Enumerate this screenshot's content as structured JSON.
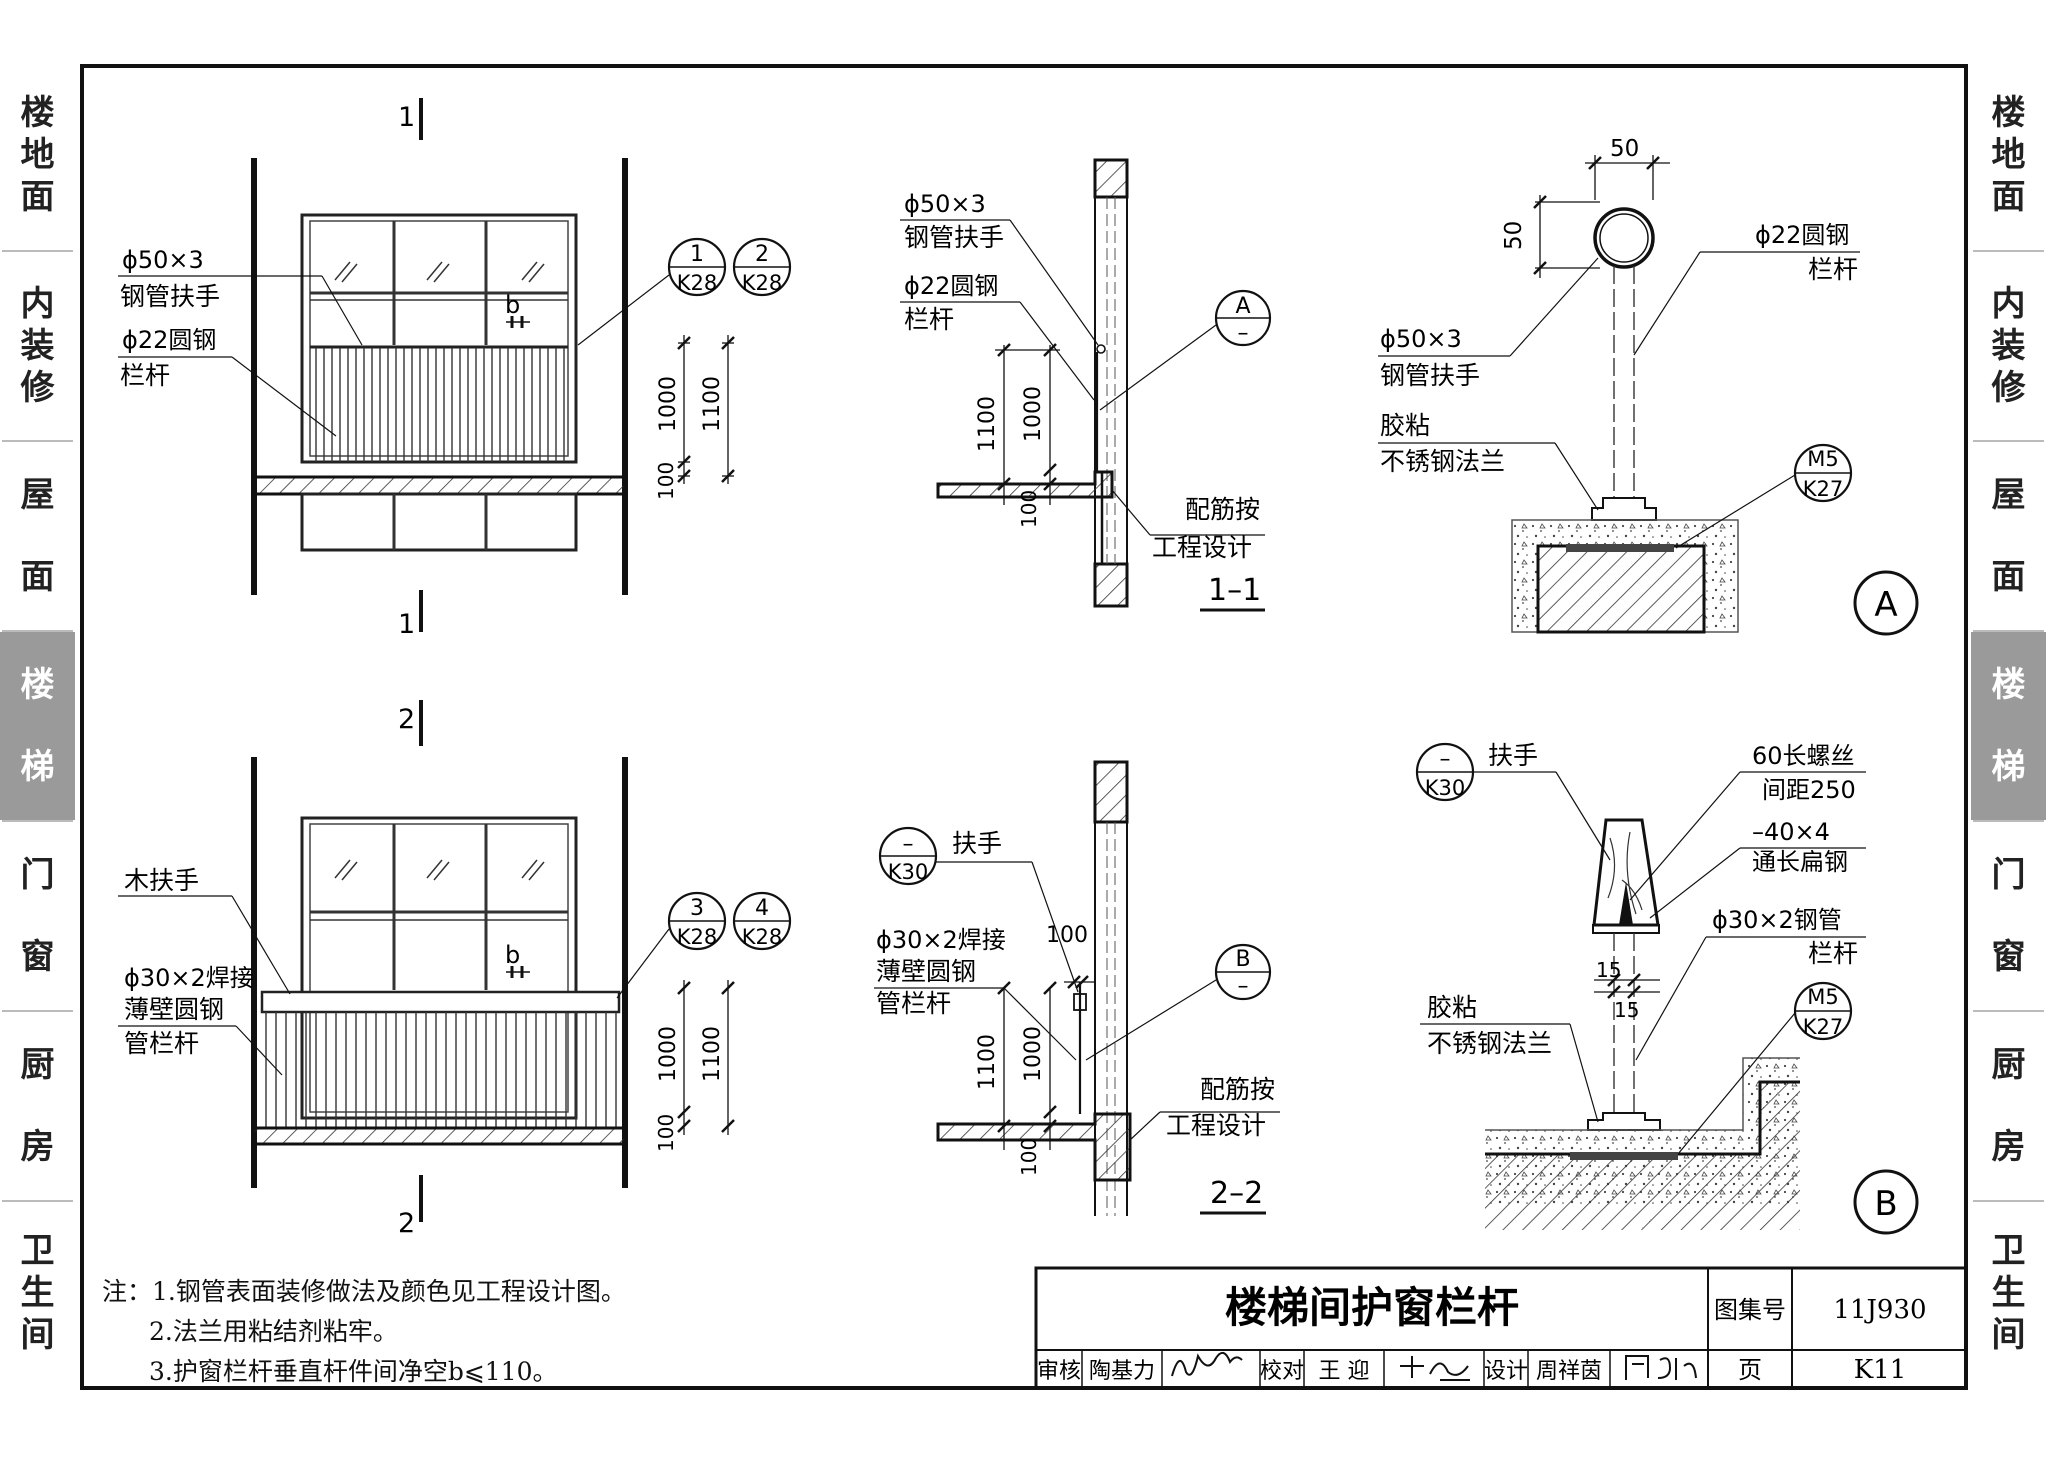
{
  "side_tabs_left": [
    {
      "label": "楼地面",
      "active": false
    },
    {
      "label": "内装修",
      "active": false
    },
    {
      "label": "屋面",
      "active": false
    },
    {
      "label": "楼梯",
      "active": true
    },
    {
      "label": "门窗",
      "active": false
    },
    {
      "label": "厨房",
      "active": false
    },
    {
      "label": "卫生间",
      "active": false
    }
  ],
  "side_tabs_right": [
    {
      "label": "楼地面",
      "active": false
    },
    {
      "label": "内装修",
      "active": false
    },
    {
      "label": "屋面",
      "active": false
    },
    {
      "label": "楼梯",
      "active": true
    },
    {
      "label": "门窗",
      "active": false
    },
    {
      "label": "厨房",
      "active": false
    },
    {
      "label": "卫生间",
      "active": false
    }
  ],
  "elevation1": {
    "cut_label_top": "1",
    "cut_label_bottom": "1",
    "handrail_spec": "ϕ50×3",
    "handrail_name": "钢管扶手",
    "baluster_spec": "ϕ22圆钢",
    "baluster_name": "栏杆",
    "gap_label": "b",
    "ref_a_num": "1",
    "ref_a_page": "K28",
    "ref_b_num": "2",
    "ref_b_page": "K28",
    "dim_1000": "1000",
    "dim_1100": "1100",
    "dim_100": "100"
  },
  "section1": {
    "handrail_spec": "ϕ50×3",
    "handrail_name": "钢管扶手",
    "baluster_spec": "ϕ22圆钢",
    "baluster_name": "栏杆",
    "detail_top": "A",
    "detail_bottom": "–",
    "dim_1100": "1100",
    "dim_1000": "1000",
    "dim_100": "100",
    "rebar_1": "配筋按",
    "rebar_2": "工程设计",
    "title": "1–1"
  },
  "detailA": {
    "dim_width": "50",
    "dim_height": "50",
    "baluster_spec": "ϕ22圆钢",
    "baluster_name": "栏杆",
    "handrail_spec": "ϕ50×3",
    "handrail_name": "钢管扶手",
    "glue": "胶粘",
    "flange": "不锈钢法兰",
    "ref_top": "M5",
    "ref_bottom": "K27",
    "badge": "A"
  },
  "elevation2": {
    "cut_label_top": "2",
    "cut_label_bottom": "2",
    "handrail_name": "木扶手",
    "baluster_spec": "ϕ30×2焊接",
    "baluster_name1": "薄壁圆钢",
    "baluster_name2": "管栏杆",
    "gap_label": "b",
    "ref_a_num": "3",
    "ref_a_page": "K28",
    "ref_b_num": "4",
    "ref_b_page": "K28",
    "dim_1000": "1000",
    "dim_1100": "1100",
    "dim_100": "100"
  },
  "section2": {
    "ref_top": "–",
    "ref_bottom": "K30",
    "handrail_name": "扶手",
    "baluster_spec": "ϕ30×2焊接",
    "baluster_name1": "薄壁圆钢",
    "baluster_name2": "管栏杆",
    "dim_top": "100",
    "detail_top": "B",
    "detail_bottom": "–",
    "dim_1100": "1100",
    "dim_1000": "1000",
    "dim_100": "100",
    "rebar_1": "配筋按",
    "rebar_2": "工程设计",
    "title": "2–2"
  },
  "detailB": {
    "ref_top": "–",
    "ref_bottom": "K30",
    "handrail_name": "扶手",
    "screw_1": "60长螺丝",
    "screw_2": "间距250",
    "flat_1": "–40×4",
    "flat_2": "通长扁钢",
    "pipe_1": "ϕ30×2钢管",
    "pipe_2": "栏杆",
    "dim_15a": "15",
    "dim_15b": "15",
    "glue": "胶粘",
    "flange": "不锈钢法兰",
    "ref2_top": "M5",
    "ref2_bottom": "K27",
    "badge": "B"
  },
  "notes": [
    "注：1.钢管表面装修做法及颜色见工程设计图。",
    "2.法兰用粘结剂粘牢。",
    "3.护窗栏杆垂直杆件间净空b⩽110。"
  ],
  "title_block": {
    "title": "楼梯间护窗栏杆",
    "atlas_label": "图集号",
    "atlas_value": "11J930",
    "page_label": "页",
    "page_value": "K11",
    "review_label": "审核",
    "review_name": "陶基力",
    "check_label": "校对",
    "check_name": "王 迎",
    "design_label": "设计",
    "design_name": "周祥茵"
  }
}
